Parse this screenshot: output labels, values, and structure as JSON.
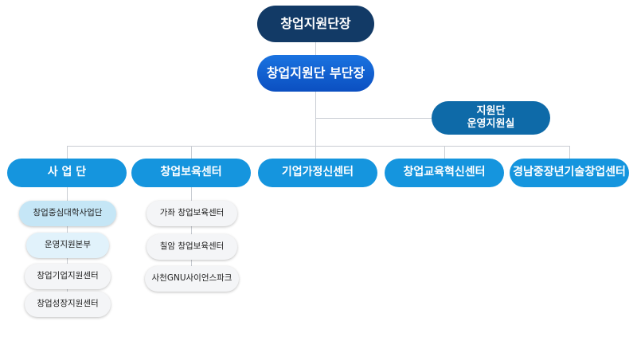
{
  "org": {
    "head": "창업지원단장",
    "deputy": "창업지원단 부단장",
    "staff_office": {
      "line1": "지원단",
      "line2": "운영지원실"
    },
    "divisions": [
      {
        "name": "사 업 단",
        "units": [
          "창업중심대학사업단",
          "운영지원본부",
          "창업기업지원센터",
          "창업성장지원센터"
        ]
      },
      {
        "name": "창업보육센터",
        "units": [
          "가좌 창업보육센터",
          "칠암 창업보육센터",
          "사천GNU사이언스파크"
        ]
      },
      {
        "name": "기업가정신센터",
        "units": []
      },
      {
        "name": "창업교육혁신센터",
        "units": []
      },
      {
        "name": "경남중장년기술창업센터",
        "units": []
      }
    ]
  }
}
